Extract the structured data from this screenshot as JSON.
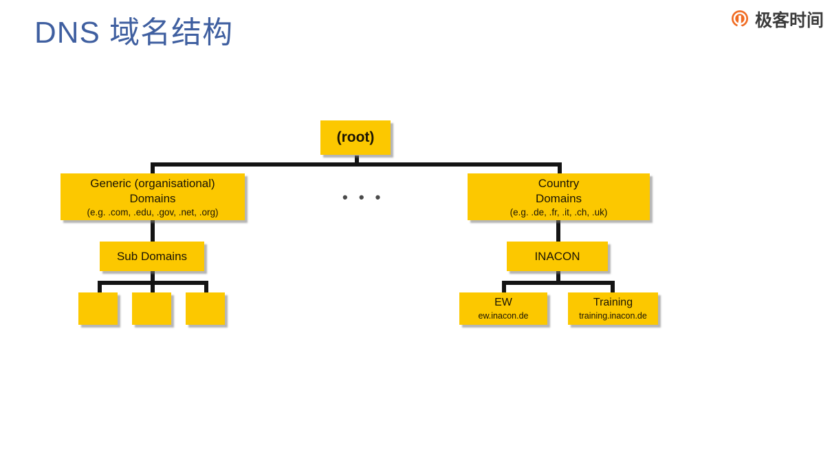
{
  "slide": {
    "title": "DNS 域名结构",
    "title_color": "#3f5fa0",
    "background": "#ffffff"
  },
  "brand": {
    "name": "极客时间",
    "logo_icon": "geektime-circle-icon",
    "logo_color": "#f06b22",
    "text_color": "#3b3b3b"
  },
  "diagram": {
    "type": "tree",
    "node_fill": "#fcc800",
    "node_text_color": "#1a1405",
    "connector_color": "#141414",
    "ellipsis": "• • •",
    "nodes": {
      "root": {
        "line1": "(root)",
        "line2": "",
        "line3": ""
      },
      "generic": {
        "line1": "Generic (organisational)",
        "line2": "Domains",
        "line3": "(e.g. .com, .edu, .gov, .net, .org)"
      },
      "country": {
        "line1": "Country",
        "line2": "Domains",
        "line3": "(e.g. .de, .fr, .it, .ch, .uk)"
      },
      "subdomains": {
        "line1": "Sub Domains",
        "line2": "",
        "line3": ""
      },
      "inacon": {
        "line1": "INACON",
        "line2": "",
        "line3": ""
      },
      "ew": {
        "line1": "EW",
        "line2": "ew.inacon.de",
        "line3": ""
      },
      "training": {
        "line1": "Training",
        "line2": "training.inacon.de",
        "line3": ""
      },
      "leaf1": {
        "line1": "",
        "line2": "",
        "line3": ""
      },
      "leaf2": {
        "line1": "",
        "line2": "",
        "line3": ""
      },
      "leaf3": {
        "line1": "",
        "line2": "",
        "line3": ""
      }
    }
  }
}
